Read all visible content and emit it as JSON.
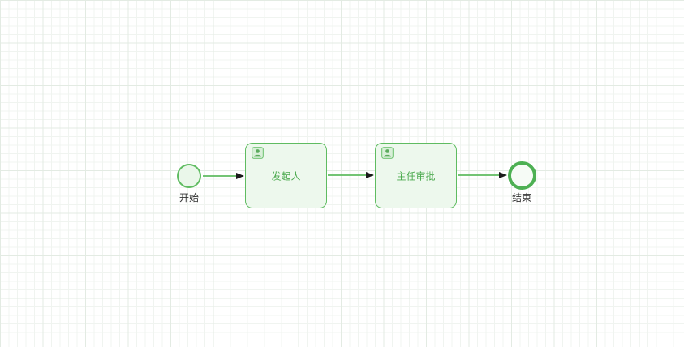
{
  "diagram": {
    "nodes": {
      "start": {
        "type": "start-event",
        "label": "开始"
      },
      "task_initiator": {
        "type": "user-task",
        "label": "发起人"
      },
      "task_director": {
        "type": "user-task",
        "label": "主任审批"
      },
      "end": {
        "type": "end-event",
        "label": "结束"
      }
    },
    "edges": [
      {
        "from": "start",
        "to": "task_initiator"
      },
      {
        "from": "task_initiator",
        "to": "task_director"
      },
      {
        "from": "task_director",
        "to": "end"
      }
    ],
    "colors": {
      "node_border": "#5fbc61",
      "node_fill": "#edf8ed",
      "start_fill": "#eaf7ea",
      "end_border": "#4db053",
      "end_fill": "#f6fbf6",
      "task_label": "#4aa94d",
      "event_label": "#333333",
      "edge_line": "#5fbc61",
      "arrowhead": "#1a1a1a",
      "grid_minor": "#f0f4f0",
      "grid_major": "#e3ebe3",
      "icon_fill": "#5cab5e",
      "icon_bg": "#d9efd9"
    }
  }
}
